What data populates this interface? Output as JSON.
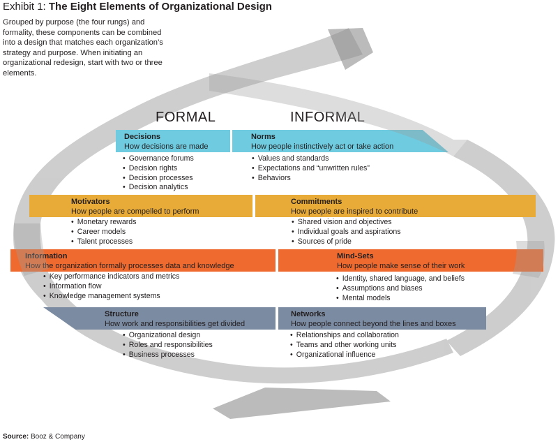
{
  "title": {
    "prefix": "Exhibit 1: ",
    "main": "The Eight Elements of Organizational Design"
  },
  "intro": "Grouped by purpose (the four rungs) and formality, these components can be combined into a design that matches each organization’s strategy and purpose. When initiating an organizational redesign, start with two or three elements.",
  "columns": {
    "formal": "FORMAL",
    "informal": "INFORMAL"
  },
  "colors": {
    "rung1": "#6ecbe0",
    "rung2": "#e8ab38",
    "rung3": "#ef6a2f",
    "rung4": "#7b8ba2",
    "ring": "#9e9d9d"
  },
  "elements": {
    "decisions": {
      "title": "Decisions",
      "subtitle": "How decisions are made",
      "items": [
        "Governance forums",
        "Decision rights",
        "Decision processes",
        "Decision analytics"
      ]
    },
    "norms": {
      "title": "Norms",
      "subtitle": "How people instinctively act or take action",
      "items": [
        "Values and standards",
        "Expectations and “unwritten rules”",
        "Behaviors"
      ]
    },
    "motivators": {
      "title": "Motivators",
      "subtitle": "How people are compelled to perform",
      "items": [
        "Monetary rewards",
        "Career models",
        "Talent processes"
      ]
    },
    "commitments": {
      "title": "Commitments",
      "subtitle": "How people are inspired to contribute",
      "items": [
        "Shared vision and objectives",
        "Individual goals and aspirations",
        "Sources of pride"
      ]
    },
    "information": {
      "title": "Information",
      "subtitle": "How the organization formally processes data and knowledge",
      "items": [
        "Key performance indicators and metrics",
        "Information flow",
        "Knowledge management systems"
      ]
    },
    "mindsets": {
      "title": "Mind-Sets",
      "subtitle": "How people make sense of their work",
      "items": [
        "Identity, shared language, and beliefs",
        "Assumptions and biases",
        "Mental models"
      ]
    },
    "structure": {
      "title": "Structure",
      "subtitle": "How work and responsibilities get divided",
      "items": [
        "Organizational design",
        "Roles and responsibilities",
        "Business processes"
      ]
    },
    "networks": {
      "title": "Networks",
      "subtitle": "How people connect beyond the lines and boxes",
      "items": [
        "Relationships and collaboration",
        "Teams and other working units",
        "Organizational influence"
      ]
    }
  },
  "source": {
    "label": "Source:",
    "text": " Booz & Company"
  }
}
